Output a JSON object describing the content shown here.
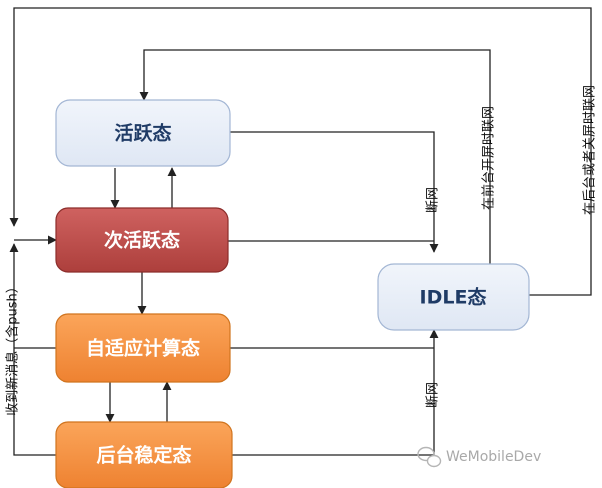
{
  "nodes": {
    "active": {
      "label": "活跃态"
    },
    "secondary": {
      "label": "次活跃态"
    },
    "adaptive": {
      "label": "自适应计算态"
    },
    "stable": {
      "label": "后台稳定态"
    },
    "idle": {
      "label": "IDLE态"
    }
  },
  "edges": {
    "disconnect_upper": "断网",
    "disconnect_lower": "断网",
    "foreground_open": "在前台开屏时联网",
    "background_close": "在后台或者关屏时联网",
    "receive_push": "收到新消息（含push）"
  },
  "watermark": {
    "text": "WeMobileDev"
  },
  "colors": {
    "node_light_fill": "#e6edf8",
    "node_light_stroke": "#a3b6d4",
    "node_light_text": "#1f3b66",
    "node_red_fill": "#c0504d",
    "node_orange_fill": "#f79646",
    "node_dark_text": "#ffffff",
    "line": "#222222"
  }
}
